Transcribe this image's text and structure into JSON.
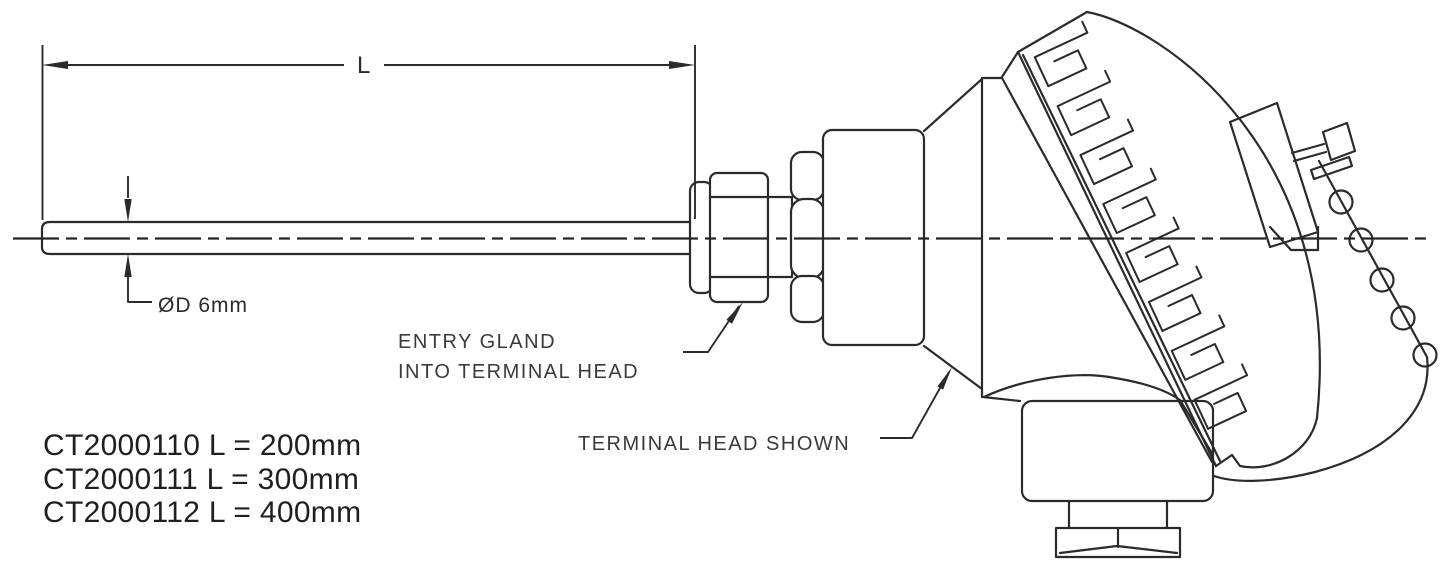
{
  "page": {
    "background": "#ffffff",
    "line_color": "#2b2b2b",
    "text_color": "#3a3a3a"
  },
  "dimensions": {
    "length_label": "L",
    "diameter_label": "ØD 6mm"
  },
  "callouts": {
    "entry_gland": {
      "line1": "ENTRY GLAND",
      "line2": "INTO TERMINAL HEAD"
    },
    "terminal_head": {
      "label": "TERMINAL HEAD SHOWN"
    }
  },
  "part_list": {
    "items": [
      "CT2000110 L = 200mm",
      "CT2000111 L = 300mm",
      "CT2000112 L = 400mm"
    ]
  }
}
